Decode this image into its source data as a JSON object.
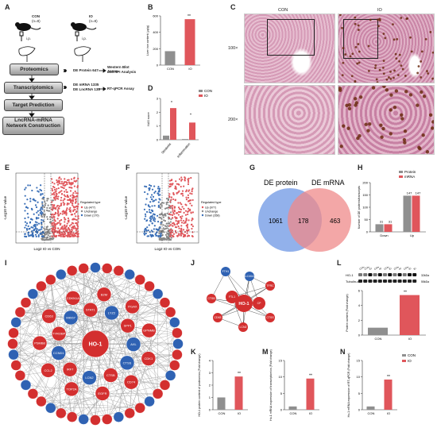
{
  "panel_labels": [
    "A",
    "B",
    "C",
    "D",
    "E",
    "F",
    "G",
    "H",
    "I",
    "J",
    "K",
    "L",
    "M",
    "N"
  ],
  "colors": {
    "red": "#e0565b",
    "grey": "#8f8f8f",
    "blue": "#3a6fb7",
    "venn_blue": "#7fa3e8",
    "venn_red": "#ef8a8a",
    "node_red": "#d32f2f",
    "node_blue": "#2f62b3"
  },
  "panelA": {
    "con_label": "CON",
    "con_n": "(n=8)",
    "io_label": "IO",
    "io_n": "(n=8)",
    "injection": "i.p.",
    "step1": "Proteomics",
    "step2": "Transcriptomics",
    "step3": "Target Prediction",
    "step4_line1": "LncRNA-mRNA",
    "step4_line2": "Network Construction",
    "de_protein": "DE Protein 647",
    "wb_line1": "Western Blot Assay",
    "wb_line2": "and PPI Analysis",
    "de_mrna": "DE mRNA 1335",
    "de_lncrna": "DE LncRNA 138",
    "rtqpcr": "RT-qPCR Assay"
  },
  "panelB": {
    "ylabel": "Liver iron content (μg/g)",
    "sig": "**",
    "categories": [
      "CON",
      "IO"
    ]
  },
  "panelC": {
    "col1": "CON",
    "col2": "IO",
    "row1": "100×",
    "row2": "200×"
  },
  "panelD": {
    "ylabel": "NAS score",
    "legend": [
      "CON",
      "IO"
    ],
    "categories": [
      "Steatosis",
      "Inflammation"
    ],
    "sig1": "*",
    "sig2": "*"
  },
  "panelE": {
    "xlabel": "Log2 IO vs CON",
    "ylabel": "-Log10 P value",
    "legend_title": "Regulated type",
    "legend": [
      "Up (477)",
      "Unchange",
      "Down (170)"
    ]
  },
  "panelF": {
    "xlabel": "Log2 IO vs CON",
    "ylabel": "-Log10 P value",
    "legend_title": "Regulated type",
    "legend": [
      "Up (977)",
      "Unchange",
      "Down (358)"
    ]
  },
  "panelG": {
    "label1": "DE protein",
    "label2": "DE mRNA",
    "left": "1061",
    "overlap": "178",
    "right": "463"
  },
  "panelH": {
    "ylabel": "Number of DE proteins/transcripts",
    "legend": [
      "Protein",
      "mRNA"
    ],
    "categories": [
      "Down",
      "Up"
    ],
    "labels": [
      "31",
      "31",
      "147",
      "147"
    ]
  },
  "panelI": {
    "hub": "HO-1",
    "genes": [
      "CDK1",
      "CTSS",
      "CD74",
      "CTSB",
      "EGFR",
      "LCN2",
      "TOP2A",
      "IRF7",
      "CCL2",
      "CCND1",
      "PSMB8",
      "TYROBP",
      "CD63",
      "MKI67",
      "CDKN1A",
      "STAT1",
      "B2M",
      "LYZ2",
      "ITGAX",
      "SPP1",
      "GPNMB",
      "AXL"
    ]
  },
  "panelJ": {
    "hub": "HO-1",
    "nodes": [
      "FTH1",
      "SLC40A1",
      "TFRC",
      "CTSB",
      "CD63",
      "LCN2",
      "CTSS",
      "FTL1",
      "CP"
    ]
  },
  "panelK": {
    "ylabel": "HO-1 protein content of proteomics (Fold change)",
    "sig": "**",
    "categories": [
      "CON",
      "IO"
    ]
  },
  "panelL": {
    "lanes": [
      "CON",
      "CON",
      "IO",
      "CON",
      "IO",
      "CON",
      "IO",
      "CON",
      "IO",
      "CON",
      "IO",
      "IO"
    ],
    "band1": "HO-1",
    "band2": "Tubulin-α",
    "kda1": "32kDa",
    "kda2": "55kDa",
    "ylabel": "Protein content (Fold change)",
    "sig": "**",
    "categories": [
      "CON",
      "IO"
    ]
  },
  "panelM": {
    "ylabel": "Hx-1 mRNA expression of transcriptomics (Fold change)",
    "sig": "**",
    "categories": [
      "CON",
      "IO"
    ]
  },
  "panelN": {
    "ylabel": "Hx-1 mRNA expression of RT-qPCR (Fold change)",
    "legend": [
      "CON",
      "IO"
    ],
    "sig": "**",
    "categories": [
      "CON",
      "IO"
    ]
  },
  "chart_data": [
    {
      "type": "bar",
      "panel": "B",
      "categories": [
        "CON",
        "IO"
      ],
      "values": [
        170,
        560
      ],
      "ylim": [
        0,
        600
      ],
      "ticks": [
        0,
        200,
        400,
        600
      ],
      "ylabel": "Liver iron content (μg/g)"
    },
    {
      "type": "bar",
      "panel": "D",
      "categories": [
        "Steatosis",
        "Inflammation"
      ],
      "series": [
        {
          "name": "CON",
          "values": [
            0.3,
            0.05
          ]
        },
        {
          "name": "IO",
          "values": [
            2.3,
            1.25
          ]
        }
      ],
      "ylim": [
        0,
        3
      ],
      "ticks": [
        0,
        1,
        2,
        3
      ],
      "ylabel": "NAS score"
    },
    {
      "type": "scatter",
      "panel": "E",
      "xlabel": "Log2 IO vs CON",
      "ylabel": "-Log10 P value",
      "series": [
        {
          "name": "Up (477)"
        },
        {
          "name": "Unchange"
        },
        {
          "name": "Down (170)"
        }
      ]
    },
    {
      "type": "scatter",
      "panel": "F",
      "xlabel": "Log2 IO vs CON",
      "ylabel": "-Log10 P value",
      "series": [
        {
          "name": "Up (977)"
        },
        {
          "name": "Unchange"
        },
        {
          "name": "Down (358)"
        }
      ]
    },
    {
      "type": "bar",
      "panel": "H",
      "categories": [
        "Down",
        "Up"
      ],
      "series": [
        {
          "name": "Protein",
          "values": [
            31,
            147
          ]
        },
        {
          "name": "mRNA",
          "values": [
            31,
            147
          ]
        }
      ],
      "ylim": [
        0,
        200
      ],
      "ticks": [
        0,
        50,
        100,
        150,
        200
      ]
    },
    {
      "type": "bar",
      "panel": "K",
      "categories": [
        "CON",
        "IO"
      ],
      "values": [
        1,
        2.7
      ],
      "ylim": [
        0,
        4
      ],
      "ticks": [
        0,
        1,
        2,
        3,
        4
      ]
    },
    {
      "type": "bar",
      "panel": "L",
      "categories": [
        "CON",
        "IO"
      ],
      "values": [
        1,
        5.4
      ],
      "ylim": [
        0,
        6
      ],
      "ticks": [
        0,
        2,
        4,
        6
      ]
    },
    {
      "type": "bar",
      "panel": "M",
      "categories": [
        "CON",
        "IO"
      ],
      "values": [
        1,
        9.5
      ],
      "ylim": [
        0,
        15
      ],
      "ticks": [
        0,
        5,
        10,
        15
      ]
    },
    {
      "type": "bar",
      "panel": "N",
      "categories": [
        "CON",
        "IO"
      ],
      "values": [
        1,
        9.2
      ],
      "ylim": [
        0,
        15
      ],
      "ticks": [
        0,
        5,
        10,
        15
      ]
    }
  ]
}
